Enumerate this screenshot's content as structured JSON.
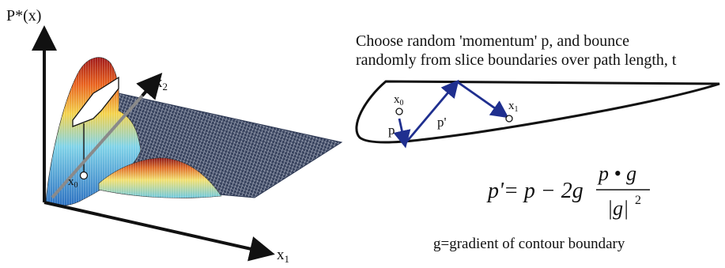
{
  "left_figure": {
    "y_axis_label": "P*(x)",
    "axis1_label": "x",
    "axis1_sub": "1",
    "axis2_label": "x",
    "axis2_sub": "2",
    "start_label": "x",
    "start_sub": "0"
  },
  "right_figure": {
    "caption_line1": "Choose random 'momentum' p, and bounce",
    "caption_line2": "randomly from slice boundaries over path length, t",
    "start_label": "x",
    "start_sub": "0",
    "end_label": "x",
    "end_sub": "1",
    "p_label": "p",
    "p_prime_label": "p'",
    "equation": {
      "lhs": "p'= p − 2g",
      "numerator": "p • g",
      "denominator": "|g|",
      "exponent": "2"
    },
    "footer": "g=gradient of contour boundary"
  },
  "colors": {
    "axis": "#111111",
    "arrow": "#1f2f8f",
    "marker": "#9a9a9a",
    "mesh": "#2a3550"
  }
}
